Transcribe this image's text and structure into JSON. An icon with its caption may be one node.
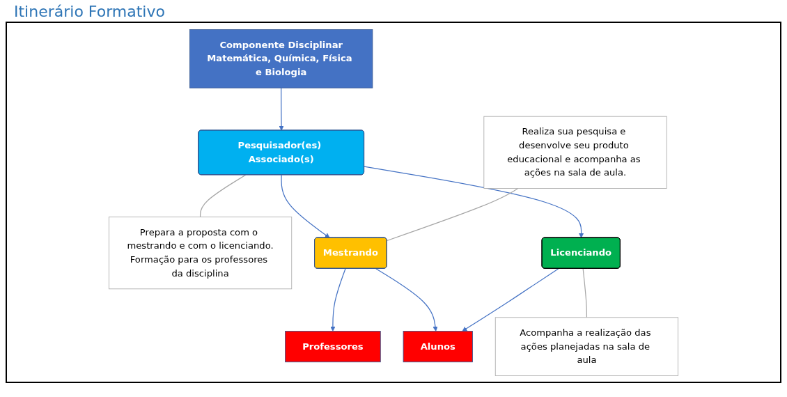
{
  "diagram": {
    "title": "Itinerário Formativo",
    "nodes": [
      {
        "text": [
          "Componente Disciplinar",
          "Matemática, Química, Física e Biologia"
        ]
      },
      {
        "text": [
          "Pesquisador(es) Associado(s)"
        ]
      },
      {
        "text": [
          "Prepara a proposta com o mestrando e com o licenciando.",
          "Formação para os professores da disciplina"
        ]
      },
      {
        "text": [
          "Realiza sua pesquisa e desenvolve seu produto educacional e acompanha as ações na sala de aula."
        ]
      },
      {
        "text": [
          "Mestrando"
        ]
      },
      {
        "text": [
          "Licenciando"
        ]
      },
      {
        "text": [
          "Acompanha a realização das ações planejadas na sala de aula"
        ]
      },
      {
        "text": [
          "Professores"
        ]
      },
      {
        "text": [
          "Alunos"
        ]
      }
    ],
    "edges": [
      {
        "from": 0,
        "to": 1,
        "arrow": "to"
      },
      {
        "from": 1,
        "to": 2,
        "arrow": "none",
        "color": "#a6a6a6"
      },
      {
        "from": 1,
        "to": 4,
        "arrow": "to"
      },
      {
        "from": 1,
        "to": 5,
        "arrow": "to"
      },
      {
        "from": 3,
        "to": 4,
        "arrow": "none",
        "color": "#a6a6a6"
      },
      {
        "from": 5,
        "to": 6,
        "arrow": "none",
        "color": "#a6a6a6"
      },
      {
        "from": 4,
        "to": 7,
        "arrow": "to"
      },
      {
        "from": 4,
        "to": 8,
        "arrow": "to"
      },
      {
        "from": 5,
        "to": 8,
        "arrow": "to"
      }
    ]
  }
}
